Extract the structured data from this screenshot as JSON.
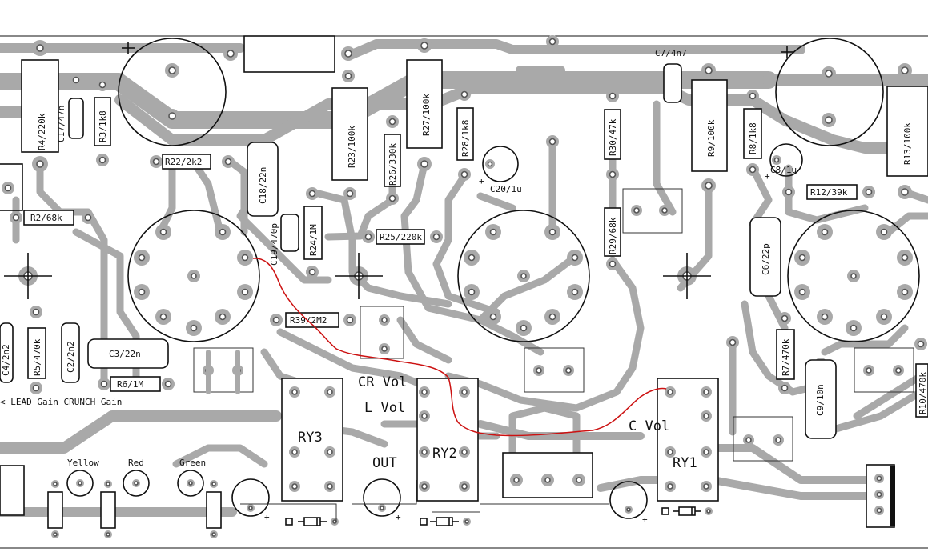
{
  "diagram": {
    "resistors": [
      {
        "id": "r4",
        "label": "R4/220k"
      },
      {
        "id": "r3",
        "label": "R3/1k8"
      },
      {
        "id": "r22",
        "label": "R22/2k2"
      },
      {
        "id": "r2",
        "label": "R2/68k"
      },
      {
        "id": "r23",
        "label": "R23/100k"
      },
      {
        "id": "r26",
        "label": "R26/330k"
      },
      {
        "id": "r27",
        "label": "R27/100k"
      },
      {
        "id": "r28",
        "label": "R28/1k8"
      },
      {
        "id": "r24",
        "label": "R24/1M"
      },
      {
        "id": "r25",
        "label": "R25/220k"
      },
      {
        "id": "r30",
        "label": "R30/47k"
      },
      {
        "id": "r29",
        "label": "R29/68k"
      },
      {
        "id": "r9",
        "label": "R9/100k"
      },
      {
        "id": "r8",
        "label": "R8/1k8"
      },
      {
        "id": "r12",
        "label": "R12/39k"
      },
      {
        "id": "r13",
        "label": "R13/100k"
      },
      {
        "id": "r39",
        "label": "R39/2M2"
      },
      {
        "id": "r5",
        "label": "R5/470k"
      },
      {
        "id": "r6",
        "label": "R6/1M"
      },
      {
        "id": "r7",
        "label": "R7/470k"
      },
      {
        "id": "r10",
        "label": "R10/470k"
      }
    ],
    "capacitors": [
      {
        "id": "c17",
        "label": "C17/47n"
      },
      {
        "id": "c18",
        "label": "C18/22n"
      },
      {
        "id": "c19",
        "label": "C19/470p"
      },
      {
        "id": "c20",
        "label": "C20/1u"
      },
      {
        "id": "c7",
        "label": "C7/4n7"
      },
      {
        "id": "c8",
        "label": "C8/1u"
      },
      {
        "id": "c6",
        "label": "C6/22p"
      },
      {
        "id": "c4",
        "label": "C4/2n2"
      },
      {
        "id": "c2",
        "label": "C2/2n2"
      },
      {
        "id": "c3",
        "label": "C3/22n"
      },
      {
        "id": "c9",
        "label": "C9/10n"
      }
    ],
    "relays": [
      {
        "id": "ry3",
        "label": "RY3"
      },
      {
        "id": "ry2",
        "label": "RY2"
      },
      {
        "id": "ry1",
        "label": "RY1"
      }
    ],
    "text_labels": {
      "cr_vol": "CR Vol",
      "l_vol": "L Vol",
      "c_vol": "C Vol",
      "out": "OUT",
      "gain_note": "< LEAD Gain CRUNCH Gain",
      "led_yellow": "Yellow",
      "led_red": "Red",
      "led_green": "Green"
    },
    "polarity_mark": "+",
    "colors": {
      "trace": "#a9a9a9",
      "outline": "#111111",
      "jumper_wire": "#cc1111",
      "background": "#ffffff"
    }
  }
}
